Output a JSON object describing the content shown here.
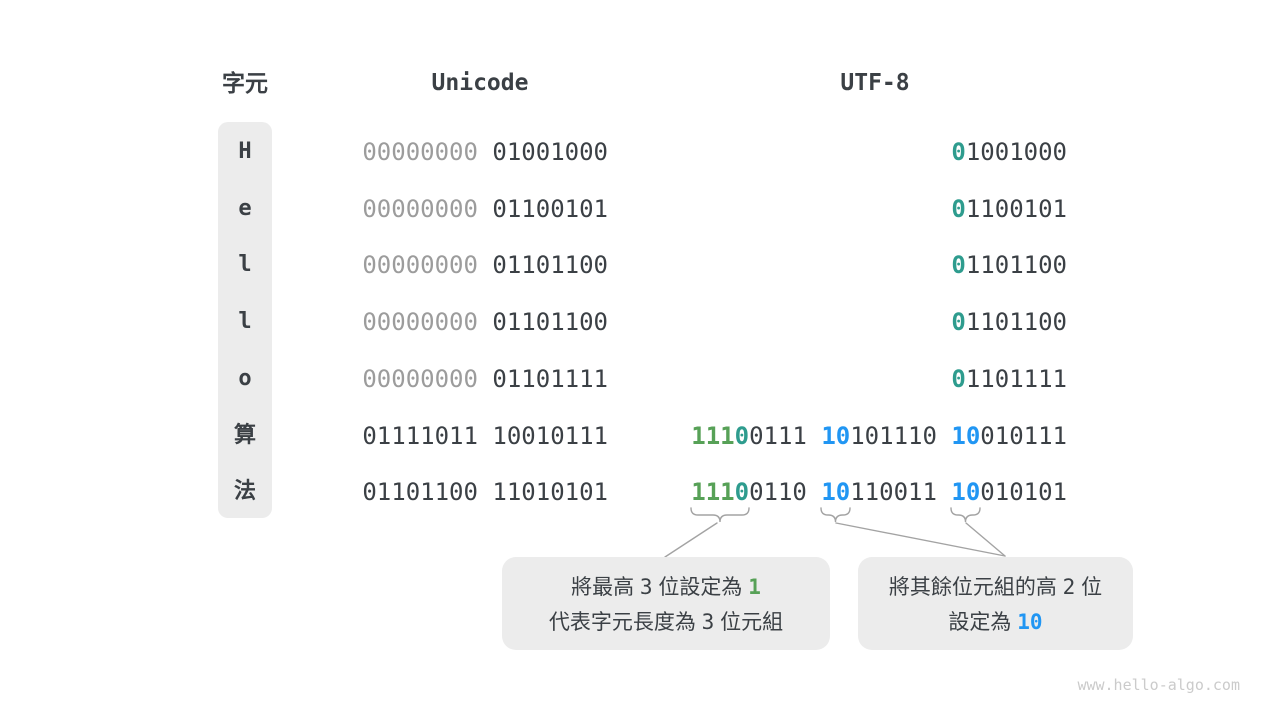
{
  "colors": {
    "dark": "#3b4045",
    "gray": "#9c9c9c",
    "teal": "#2e9c8e",
    "green": "#57a157",
    "blue": "#2196f3",
    "box_bg": "#ececec",
    "line": "#a3a3a3",
    "watermark": "#cbcbcb"
  },
  "headers": {
    "char": "字元",
    "unicode": "Unicode",
    "utf8": "UTF-8"
  },
  "rows": [
    {
      "char": "H",
      "unicode": [
        [
          {
            "t": "00000000",
            "c": "gray"
          }
        ],
        [
          {
            "t": "01001000",
            "c": "dark"
          }
        ]
      ],
      "utf8": [
        [
          {
            "t": "0",
            "c": "teal"
          },
          {
            "t": "1001000",
            "c": "dark"
          }
        ]
      ]
    },
    {
      "char": "e",
      "unicode": [
        [
          {
            "t": "00000000",
            "c": "gray"
          }
        ],
        [
          {
            "t": "01100101",
            "c": "dark"
          }
        ]
      ],
      "utf8": [
        [
          {
            "t": "0",
            "c": "teal"
          },
          {
            "t": "1100101",
            "c": "dark"
          }
        ]
      ]
    },
    {
      "char": "l",
      "unicode": [
        [
          {
            "t": "00000000",
            "c": "gray"
          }
        ],
        [
          {
            "t": "01101100",
            "c": "dark"
          }
        ]
      ],
      "utf8": [
        [
          {
            "t": "0",
            "c": "teal"
          },
          {
            "t": "1101100",
            "c": "dark"
          }
        ]
      ]
    },
    {
      "char": "l",
      "unicode": [
        [
          {
            "t": "00000000",
            "c": "gray"
          }
        ],
        [
          {
            "t": "01101100",
            "c": "dark"
          }
        ]
      ],
      "utf8": [
        [
          {
            "t": "0",
            "c": "teal"
          },
          {
            "t": "1101100",
            "c": "dark"
          }
        ]
      ]
    },
    {
      "char": "o",
      "unicode": [
        [
          {
            "t": "00000000",
            "c": "gray"
          }
        ],
        [
          {
            "t": "01101111",
            "c": "dark"
          }
        ]
      ],
      "utf8": [
        [
          {
            "t": "0",
            "c": "teal"
          },
          {
            "t": "1101111",
            "c": "dark"
          }
        ]
      ]
    },
    {
      "char": "算",
      "unicode": [
        [
          {
            "t": "01111011",
            "c": "dark"
          }
        ],
        [
          {
            "t": "10010111",
            "c": "dark"
          }
        ]
      ],
      "utf8": [
        [
          {
            "t": "111",
            "c": "green"
          },
          {
            "t": "0",
            "c": "teal"
          },
          {
            "t": "0111",
            "c": "dark"
          }
        ],
        [
          {
            "t": "10",
            "c": "blue"
          },
          {
            "t": "101110",
            "c": "dark"
          }
        ],
        [
          {
            "t": "10",
            "c": "blue"
          },
          {
            "t": "010111",
            "c": "dark"
          }
        ]
      ]
    },
    {
      "char": "法",
      "unicode": [
        [
          {
            "t": "01101100",
            "c": "dark"
          }
        ],
        [
          {
            "t": "11010101",
            "c": "dark"
          }
        ]
      ],
      "utf8": [
        [
          {
            "t": "111",
            "c": "green"
          },
          {
            "t": "0",
            "c": "teal"
          },
          {
            "t": "0110",
            "c": "dark"
          }
        ],
        [
          {
            "t": "10",
            "c": "blue"
          },
          {
            "t": "110011",
            "c": "dark"
          }
        ],
        [
          {
            "t": "10",
            "c": "blue"
          },
          {
            "t": "010101",
            "c": "dark"
          }
        ]
      ]
    }
  ],
  "callouts": [
    {
      "lines": [
        [
          {
            "t": "將最高 ",
            "c": "dark"
          },
          {
            "t": "3",
            "c": "dark",
            "m": true
          },
          {
            "t": " 位設定為 ",
            "c": "dark"
          },
          {
            "t": "1",
            "c": "green",
            "m": true
          }
        ],
        [
          {
            "t": "代表字元長度為 ",
            "c": "dark"
          },
          {
            "t": "3",
            "c": "dark",
            "m": true
          },
          {
            "t": " 位元組",
            "c": "dark"
          }
        ]
      ]
    },
    {
      "lines": [
        [
          {
            "t": "將其餘位元組的高 ",
            "c": "dark"
          },
          {
            "t": "2",
            "c": "dark",
            "m": true
          },
          {
            "t": " 位",
            "c": "dark"
          }
        ],
        [
          {
            "t": "設定為 ",
            "c": "dark"
          },
          {
            "t": "10",
            "c": "blue",
            "m": true
          }
        ]
      ]
    }
  ],
  "watermark": "www.hello-algo.com"
}
